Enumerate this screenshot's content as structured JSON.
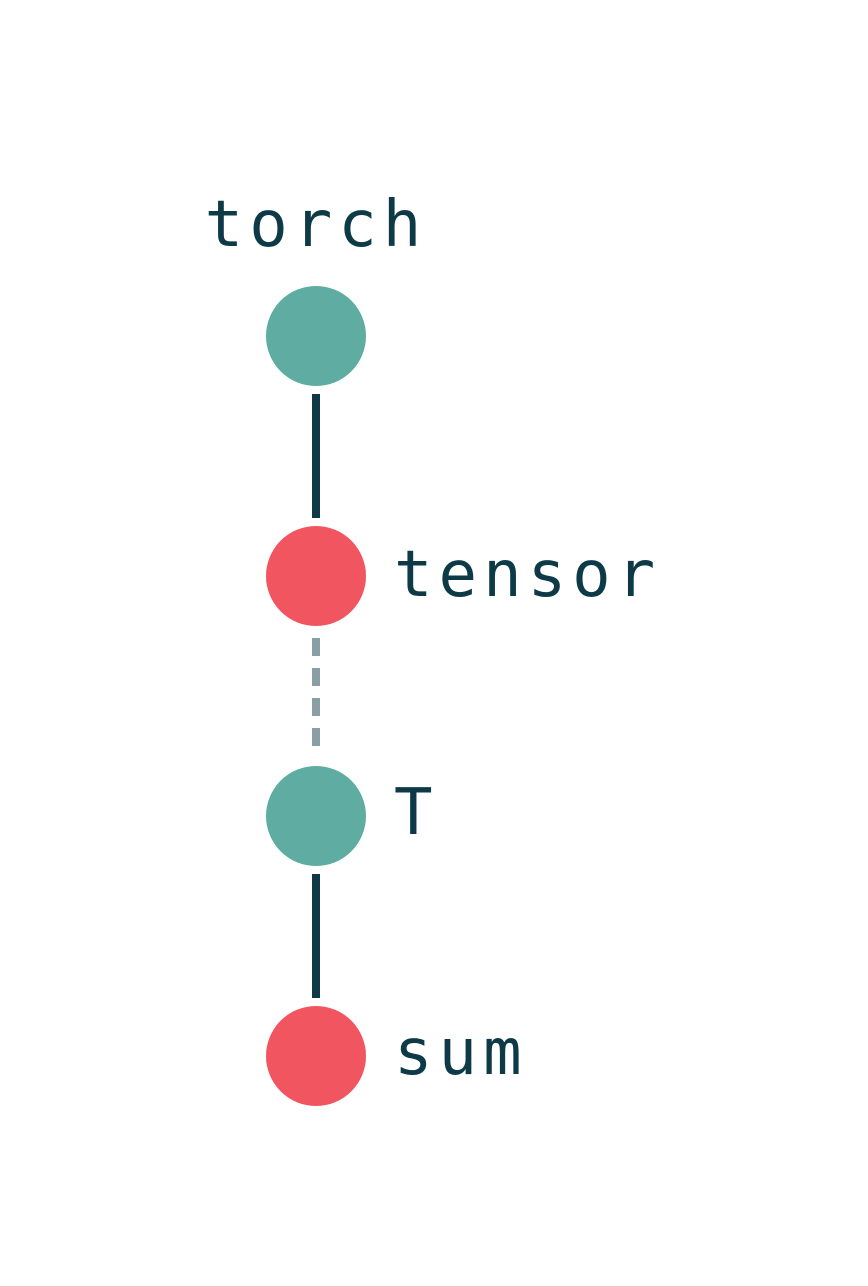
{
  "colors": {
    "background": "#ffffff",
    "teal_node": "#5FACA3",
    "red_node": "#F15660",
    "edge_solid": "#0E3A48",
    "edge_dashed": "#8A9FA5",
    "text": "#0E3A48"
  },
  "nodes": [
    {
      "id": "torch",
      "label": "torch",
      "color": "teal",
      "label_position": "above"
    },
    {
      "id": "tensor",
      "label": "tensor",
      "color": "red",
      "label_position": "right"
    },
    {
      "id": "T",
      "label": "T",
      "color": "teal",
      "label_position": "right"
    },
    {
      "id": "sum",
      "label": "sum",
      "color": "red",
      "label_position": "right"
    }
  ],
  "edges": [
    {
      "from": "torch",
      "to": "tensor",
      "style": "solid"
    },
    {
      "from": "tensor",
      "to": "T",
      "style": "dashed"
    },
    {
      "from": "T",
      "to": "sum",
      "style": "solid"
    }
  ]
}
